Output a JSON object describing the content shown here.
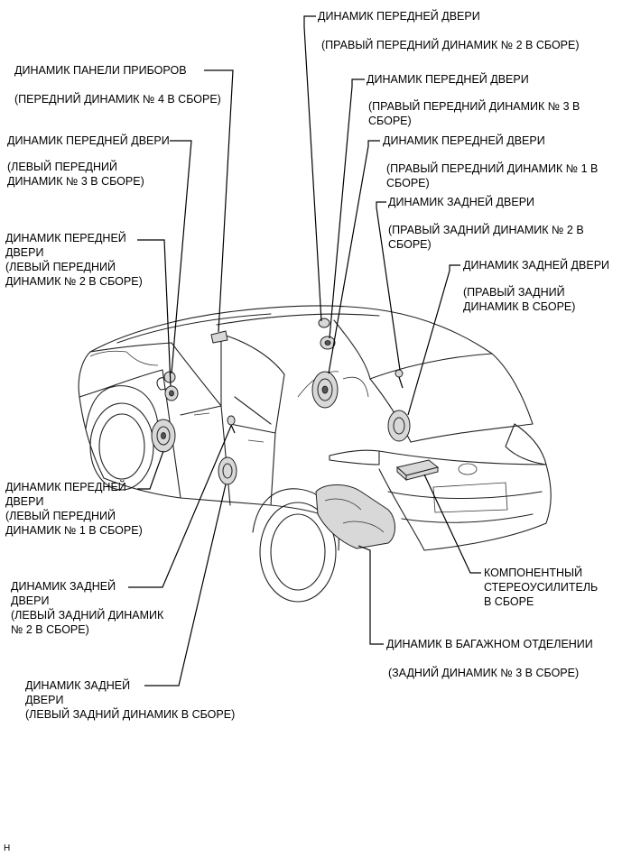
{
  "labels": {
    "front_door_r2": {
      "title": "ДИНАМИК ПЕРЕДНЕЙ ДВЕРИ",
      "sub": "(ПРАВЫЙ ПЕРЕДНИЙ ДИНАМИК № 2 В СБОРЕ)"
    },
    "instrument_panel": {
      "title": "ДИНАМИК ПАНЕЛИ ПРИБОРОВ",
      "sub": "(ПЕРЕДНИЙ ДИНАМИК № 4 В СБОРЕ)"
    },
    "front_door_r3": {
      "title": "ДИНАМИК ПЕРЕДНЕЙ ДВЕРИ",
      "sub": "(ПРАВЫЙ ПЕРЕДНИЙ ДИНАМИК № 3 В\nСБОРЕ)"
    },
    "front_door_l3": {
      "title": "ДИНАМИК ПЕРЕДНЕЙ ДВЕРИ",
      "sub": "(ЛЕВЫЙ ПЕРЕДНИЙ\nДИНАМИК № 3 В СБОРЕ)"
    },
    "front_door_r1": {
      "title": "ДИНАМИК ПЕРЕДНЕЙ ДВЕРИ",
      "sub": "(ПРАВЫЙ ПЕРЕДНИЙ ДИНАМИК № 1 В\nСБОРЕ)"
    },
    "rear_door_r2": {
      "title": "ДИНАМИК ЗАДНЕЙ ДВЕРИ",
      "sub": "(ПРАВЫЙ ЗАДНИЙ ДИНАМИК № 2 В\nСБОРЕ)"
    },
    "front_door_l2": {
      "title": "ДИНАМИК ПЕРЕДНЕЙ\nДВЕРИ\n(ЛЕВЫЙ ПЕРЕДНИЙ\nДИНАМИК № 2 В СБОРЕ)"
    },
    "rear_door_r": {
      "title": "ДИНАМИК ЗАДНЕЙ ДВЕРИ",
      "sub": "(ПРАВЫЙ ЗАДНИЙ\nДИНАМИК В СБОРЕ)"
    },
    "front_door_l1": {
      "title": "ДИНАМИК ПЕРЕДНЕЙ\nДВЕРИ\n(ЛЕВЫЙ ПЕРЕДНИЙ\nДИНАМИК № 1 В СБОРЕ)"
    },
    "amplifier": {
      "title": "КОМПОНЕНТНЫЙ\nСТЕРЕОУСИЛИТЕЛЬ\nВ СБОРЕ"
    },
    "rear_door_l2": {
      "title": "ДИНАМИК ЗАДНЕЙ\nДВЕРИ\n(ЛЕВЫЙ ЗАДНИЙ ДИНАМИК\n№ 2 В СБОРЕ)"
    },
    "luggage": {
      "title": "ДИНАМИК В БАГАЖНОМ ОТДЕЛЕНИИ",
      "sub": "(ЗАДНИЙ ДИНАМИК № 3 В СБОРЕ)"
    },
    "rear_door_l": {
      "title": "ДИНАМИК ЗАДНЕЙ\nДВЕРИ\n(ЛЕВЫЙ ЗАДНИЙ ДИНАМИК В СБОРЕ)"
    }
  },
  "footer": {
    "code": "H"
  }
}
